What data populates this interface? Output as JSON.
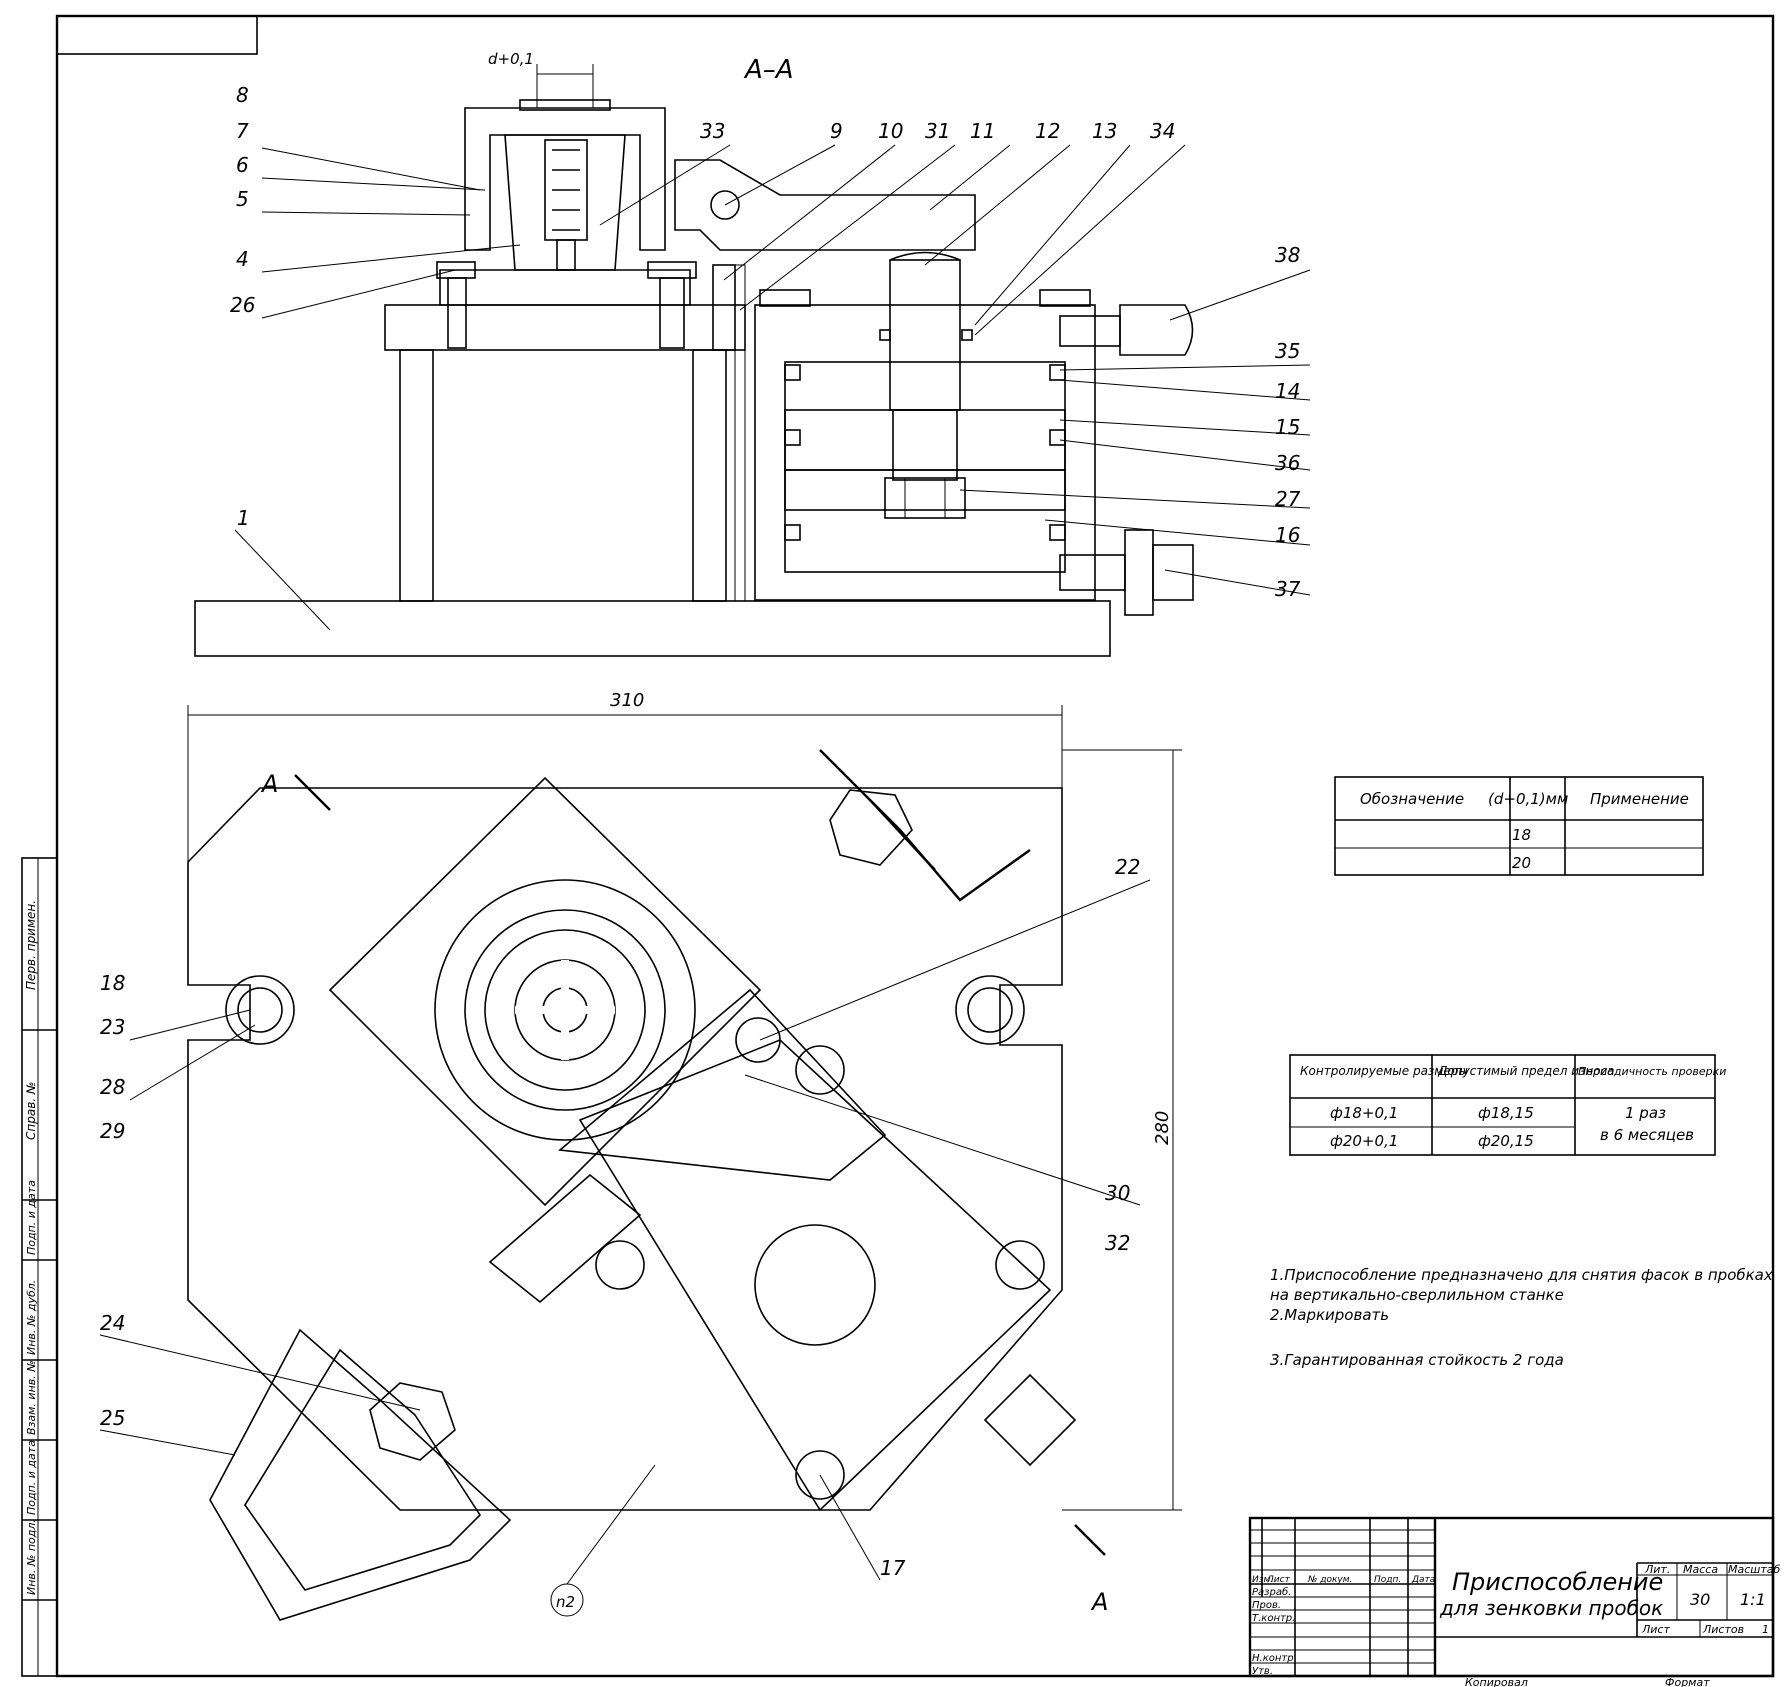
{
  "section_title": "А–А",
  "dim_tolerance_top": "d+0,1",
  "dim_width": "310",
  "dim_height": "280",
  "section_marker": "А",
  "roughness": "n2",
  "callouts_section": [
    "8",
    "7",
    "6",
    "5",
    "4",
    "26",
    "33",
    "9",
    "10",
    "31",
    "11",
    "12",
    "13",
    "34",
    "38",
    "35",
    "14",
    "15",
    "36",
    "27",
    "16",
    "37",
    "1"
  ],
  "callouts_plan": [
    "22",
    "18",
    "23",
    "28",
    "29",
    "30",
    "32",
    "24",
    "25",
    "17"
  ],
  "table_sizes": {
    "headers": [
      "Обозначение",
      "(d+0,1)мм",
      "Применение"
    ],
    "rows": [
      [
        "",
        "18",
        ""
      ],
      [
        "",
        "20",
        ""
      ]
    ]
  },
  "table_control": {
    "headers": [
      "Контролируемые размеры",
      "Допустимый предел износа",
      "Периодичность проверки"
    ],
    "rows": [
      [
        "ф18+0,1",
        "ф18,15"
      ],
      [
        "ф20+0,1",
        "ф20,15"
      ]
    ],
    "period": [
      "1 раз",
      "в 6 месяцев"
    ]
  },
  "notes": [
    "1.Приспособление предназначено для снятия фасок в пробках",
    "на вертикально-сверлильном станке",
    "2.Маркировать",
    "3.Гарантированная стойкость 2 года"
  ],
  "title_block": {
    "title_line1": "Приспособление",
    "title_line2": "для зенковки пробок",
    "rows_left": [
      "Изм.",
      "Лист",
      "№ докум.",
      "Подп.",
      "Дата"
    ],
    "roles": [
      "Разраб.",
      "Пров.",
      "Т.контр.",
      "Н.контр.",
      "Утв."
    ],
    "col_labels": [
      "Лит.",
      "Масса",
      "Масштаб"
    ],
    "mass": "30",
    "scale": "1:1",
    "sheet_label": "Лист",
    "sheets_label": "Листов",
    "sheets_value": "1",
    "copied": "Копировал",
    "format": "Формат"
  },
  "side_stamps": [
    "Перв. примен.",
    "Справ. №",
    "Подп. и дата",
    "Инв. № дубл.",
    "Взам. инв. №",
    "Подп. и дата",
    "Инв. № подл."
  ]
}
